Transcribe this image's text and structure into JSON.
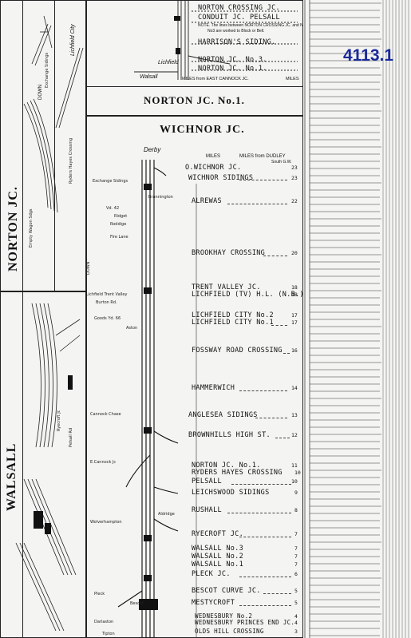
{
  "page_number": "4113.1",
  "junctions": {
    "norton_title": "NORTON JC. No.1.",
    "wichnor_title": "WICHNOR JC.",
    "norton_side": "NORTON JC.",
    "walsall_side": "WALSALL",
    "lichfield_city": "Lichfield City",
    "down": "DOWN"
  },
  "top_section": {
    "stations": [
      "NORTON CROSSING JC.",
      "CONDUIT JC. PELSALL",
      "HARRISON'S SIDING.",
      "NORTON JC. No.3.",
      "NORTON JC. No.1."
    ],
    "note1": "NOTE. The lines between NORTON CROSSING JC. and NORTON JC.",
    "note2": "No3 are worked to Block or Bell.",
    "miles_label": "MILES from EAST CANNOCK JC.",
    "miles_right": "MILES",
    "walsall": "Walsall",
    "lichfield": "Lichfield"
  },
  "main_header": {
    "miles": "MILES",
    "miles_from_dudley": "MILES from DUDLEY",
    "south_gw": "South G.W.",
    "derby": "Derby"
  },
  "main_stations": [
    {
      "name": "O.WICHNOR JC.",
      "mile": "23"
    },
    {
      "name": "WICHNOR SIDINGS",
      "mile": "23"
    },
    {
      "name": "ALREWAS",
      "mile": "22"
    },
    {
      "name": "BROOKHAY CROSSING",
      "mile": "20"
    },
    {
      "name": "TRENT VALLEY JC.",
      "mile": "18"
    },
    {
      "name": "LICHFIELD (TV) H.L. (N.B.)",
      "mile": "18"
    },
    {
      "name": "LICHFIELD CITY No.2",
      "mile": "17"
    },
    {
      "name": "LICHFIELD CITY No.1",
      "mile": "17"
    },
    {
      "name": "FOSSWAY ROAD CROSSING",
      "mile": "16"
    },
    {
      "name": "HAMMERWICH",
      "mile": "14"
    },
    {
      "name": "ANGLESEA SIDINGS",
      "mile": "13"
    },
    {
      "name": "BROWNHILLS HIGH ST.",
      "mile": "12"
    },
    {
      "name": "NORTON JC. No.1.",
      "mile": "11"
    },
    {
      "name": "RYDERS HAYES CROSSING",
      "mile": "10"
    },
    {
      "name": "PELSALL",
      "mile": "10"
    },
    {
      "name": "LEICHSWOOD SIDINGS",
      "mile": "9"
    },
    {
      "name": "RUSHALL",
      "mile": "8"
    },
    {
      "name": "RYECROFT JC.",
      "mile": "7"
    },
    {
      "name": "WALSALL No.3",
      "mile": "7"
    },
    {
      "name": "WALSALL No.2",
      "mile": "7"
    },
    {
      "name": "WALSALL No.1",
      "mile": "7"
    },
    {
      "name": "PLECK JC.",
      "mile": "6"
    },
    {
      "name": "BESCOT CURVE JC.",
      "mile": "5"
    },
    {
      "name": "MESTYCROFT",
      "mile": "5"
    },
    {
      "name": "WEDNESBURY No.2",
      "mile": "4"
    },
    {
      "name": "WEDNESBURY PRINCES END JC.",
      "mile": "4"
    },
    {
      "name": "OLDS HILL CROSSING",
      "mile": "3"
    }
  ],
  "left_labels": [
    "Exchange Sidings",
    "Brannington",
    "Vd. 42",
    "Ridget",
    "Roddige",
    "Fire Lane",
    "Lichfield Trent Valley",
    "Burton Rd.",
    "Goods Yd. 66",
    "Aston",
    "Cannock Chase",
    "E.Cannock Jc",
    "Pleck",
    "Bescot",
    "Darlaston",
    "Tipton",
    "Aldridge",
    "Wolverhampton"
  ]
}
